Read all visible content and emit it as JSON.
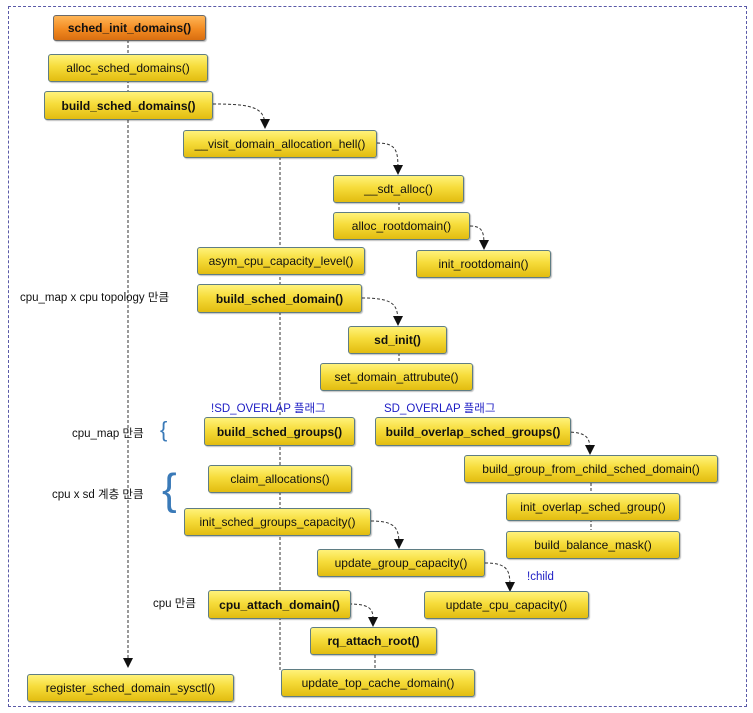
{
  "nodes": {
    "sched_init_domains": "sched_init_domains()",
    "alloc_sched_domains": "alloc_sched_domains()",
    "build_sched_domains": "build_sched_domains()",
    "visit_domain_allocation_hell": "__visit_domain_allocation_hell()",
    "sdt_alloc": "__sdt_alloc()",
    "alloc_rootdomain": "alloc_rootdomain()",
    "init_rootdomain": "init_rootdomain()",
    "asym_cpu_capacity_level": "asym_cpu_capacity_level()",
    "build_sched_domain": "build_sched_domain()",
    "sd_init": "sd_init()",
    "set_domain_attrubute": "set_domain_attrubute()",
    "build_sched_groups": "build_sched_groups()",
    "build_overlap_sched_groups": "build_overlap_sched_groups()",
    "build_group_from_child_sched_domain": "build_group_from_child_sched_domain()",
    "init_overlap_sched_group": "init_overlap_sched_group()",
    "build_balance_mask": "build_balance_mask()",
    "claim_allocations": "claim_allocations()",
    "init_sched_groups_capacity": "init_sched_groups_capacity()",
    "update_group_capacity": "update_group_capacity()",
    "update_cpu_capacity": "update_cpu_capacity()",
    "cpu_attach_domain": "cpu_attach_domain()",
    "rq_attach_root": "rq_attach_root()",
    "update_top_cache_domain": "update_top_cache_domain()",
    "register_sched_domain_sysctl": "register_sched_domain_sysctl()"
  },
  "notes": {
    "cpu_map_topology": "cpu_map x cpu topology 만큼",
    "sd_overlap_not": "!SD_OVERLAP 플래그",
    "sd_overlap": "SD_OVERLAP 플래그",
    "cpu_map": "cpu_map  만큼",
    "cpu_sd_level": "cpu   x sd 계층 만큼",
    "child": "!child",
    "cpu": "cpu 만큼"
  },
  "colors": {
    "box_fill": "#f6dc3a",
    "root_fill": "#f28a21",
    "box_border": "#5f7d84",
    "note_blue": "#1c1cc4",
    "frame": "#5a5aa8"
  }
}
